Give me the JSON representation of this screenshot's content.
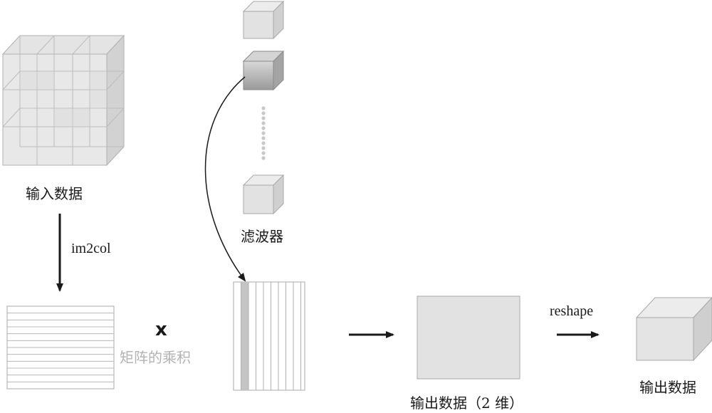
{
  "labels": {
    "input_data": "输入数据",
    "im2col": "im2col",
    "filter": "滤波器",
    "times": "x",
    "matrix_product": "矩阵的乘积",
    "output_2d": "输出数据（2 维）",
    "reshape": "reshape",
    "output_data": "输出数据"
  },
  "colors": {
    "line": "#1a1a1a",
    "box_light": "#e2e2e2",
    "box_mid": "#cfcfcf",
    "box_dark": "#a8a8a8",
    "stripe": "#c4c4c4",
    "dots": "#c8c8c8"
  }
}
